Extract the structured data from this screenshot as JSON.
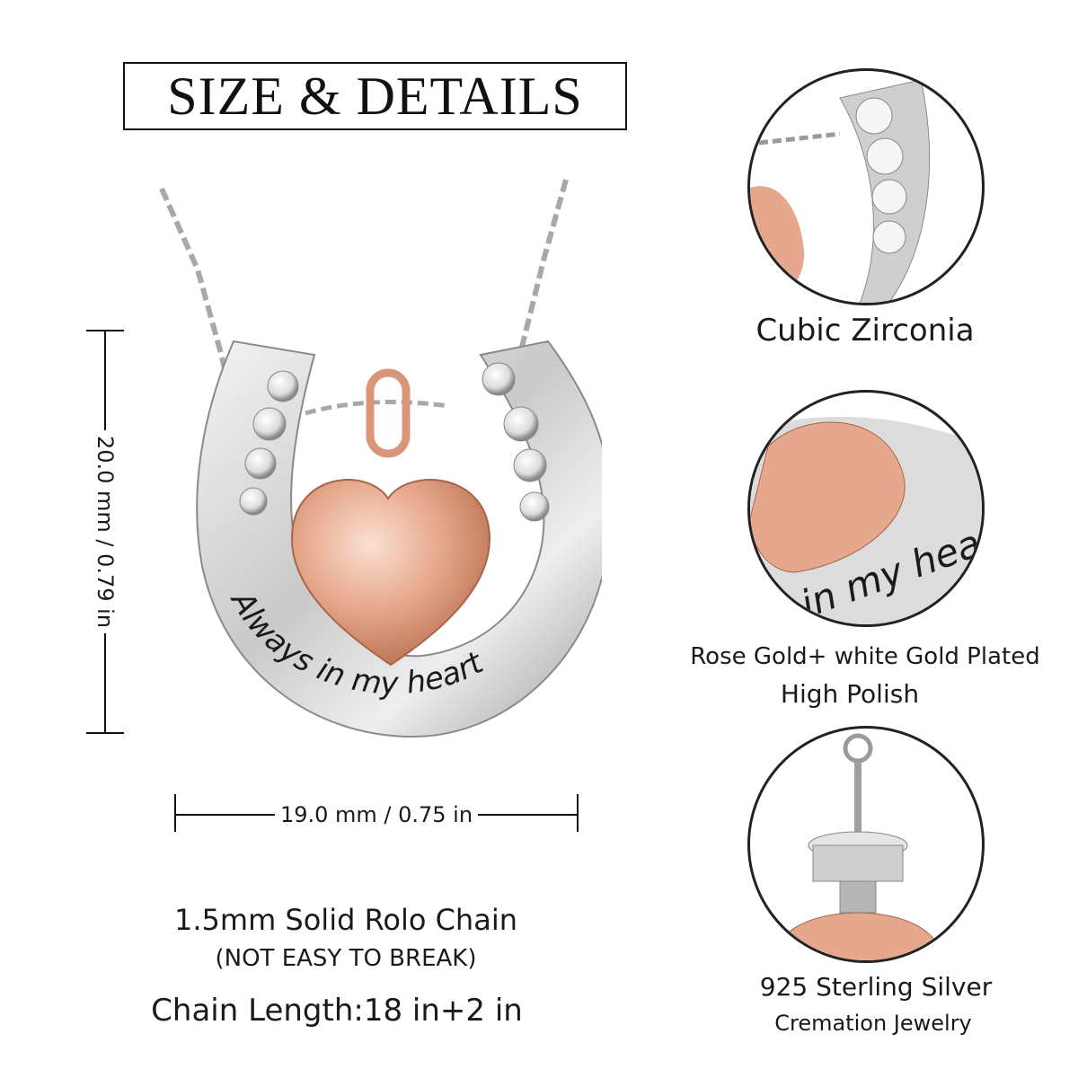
{
  "header": {
    "title": "SIZE & DETAILS"
  },
  "product": {
    "engraving": "Always in my heart"
  },
  "dimensions": {
    "height_label": "20.0 mm / 0.79 in",
    "width_label": "19.0 mm / 0.75 in"
  },
  "chain": {
    "line1": "1.5mm Solid Rolo Chain",
    "line2": "(NOT EASY TO BREAK)",
    "length": "Chain Length:18 in+2 in"
  },
  "details": [
    {
      "caption": "Cubic Zirconia"
    },
    {
      "caption": "Rose Gold+ white Gold Plated",
      "caption2": "High Polish"
    },
    {
      "caption": "925 Sterling Silver",
      "caption2": "Cremation Jewelry"
    }
  ]
}
